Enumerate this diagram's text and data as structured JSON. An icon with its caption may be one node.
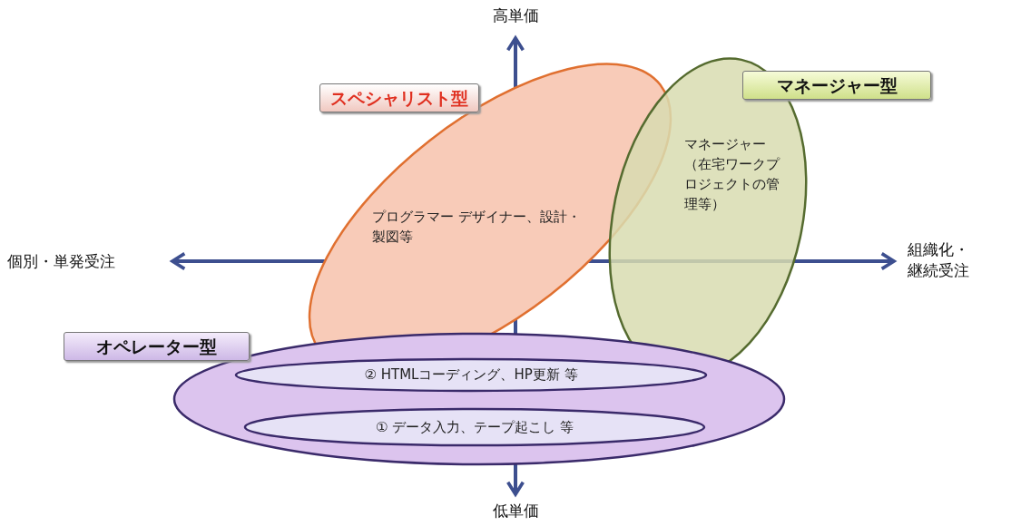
{
  "diagram": {
    "nodes": [
      {
        "text": [
          "スペシャリスト型",
          "プログラマー デザイナー、設計・製図等"
        ]
      },
      {
        "text": [
          "マネージャー型",
          "マネージャー（在宅ワークプロジェクトの管理等）"
        ]
      },
      {
        "text": [
          "オペレーター型"
        ]
      },
      {
        "text": [
          "② HTMLコーディング、HP更新 等"
        ],
        "in": 2
      },
      {
        "text": [
          "① データ入力、テープ起こし 等"
        ],
        "in": 2
      }
    ],
    "labels": [
      "高単価",
      "個別・単発受注",
      "組織化・継続受注",
      "低単価"
    ]
  }
}
